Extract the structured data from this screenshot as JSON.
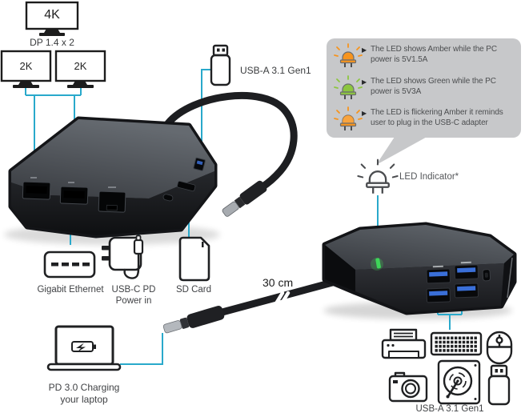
{
  "colors": {
    "accent_cyan": "#29a9cb",
    "callout_bg": "#c7c8ca",
    "led_amber": "#f7941d",
    "led_green": "#8dc63f",
    "dock_led_green": "#3ed659",
    "usb_port_blue": "#3a6fd8"
  },
  "icons": {
    "bullet": "▶"
  },
  "display": {
    "monitor_4k_label": "4K",
    "dp_label": "DP 1.4 x 2",
    "monitor_2k_left_label": "2K",
    "monitor_2k_right_label": "2K"
  },
  "ports": {
    "usb_a_top_label": "USB-A 3.1 Gen1",
    "gigabit_ethernet_label": "Gigabit Ethernet",
    "usb_c_pd_label_line1": "USB-C PD",
    "usb_c_pd_label_line2": "Power in",
    "sd_card_label": "SD Card",
    "usb_a_bottom_label": "USB-A 3.1 Gen1"
  },
  "cable": {
    "length_label": "30 cm"
  },
  "led": {
    "indicator_label": "LED Indicator*",
    "callout_items": [
      {
        "led_color": "amber",
        "line1": "The LED shows Amber while the PC",
        "line2": "power is 5V1.5A"
      },
      {
        "led_color": "green",
        "line1": "The LED shows Green while the PC",
        "line2": "power is 5V3A"
      },
      {
        "led_color": "amber",
        "line1": "The LED is flickering Amber it reminds",
        "line2": "user to plug in the USB-C adapter"
      }
    ]
  },
  "laptop": {
    "charging_label_line1": "PD 3.0 Charging",
    "charging_label_line2": "your laptop"
  }
}
